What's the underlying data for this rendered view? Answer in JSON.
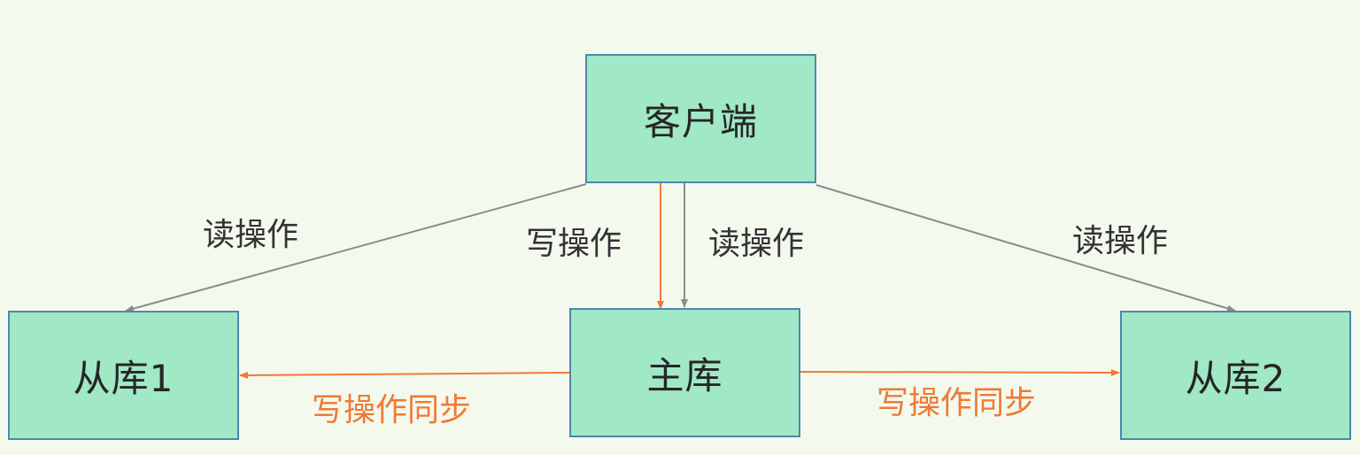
{
  "nodes": {
    "client": "客户端",
    "master": "主库",
    "slave1": "从库1",
    "slave2": "从库2"
  },
  "edges": {
    "read_left": "读操作",
    "write_mid": "写操作",
    "read_mid": "读操作",
    "read_right": "读操作",
    "sync_left": "写操作同步",
    "sync_right": "写操作同步"
  },
  "colors": {
    "background": "#f4f9ee",
    "node_fill": "#a1e8c6",
    "node_border": "#4c88ad",
    "read_line": "#8c8c8c",
    "write_line": "#ef7a34",
    "write_text": "#ef7a34"
  }
}
